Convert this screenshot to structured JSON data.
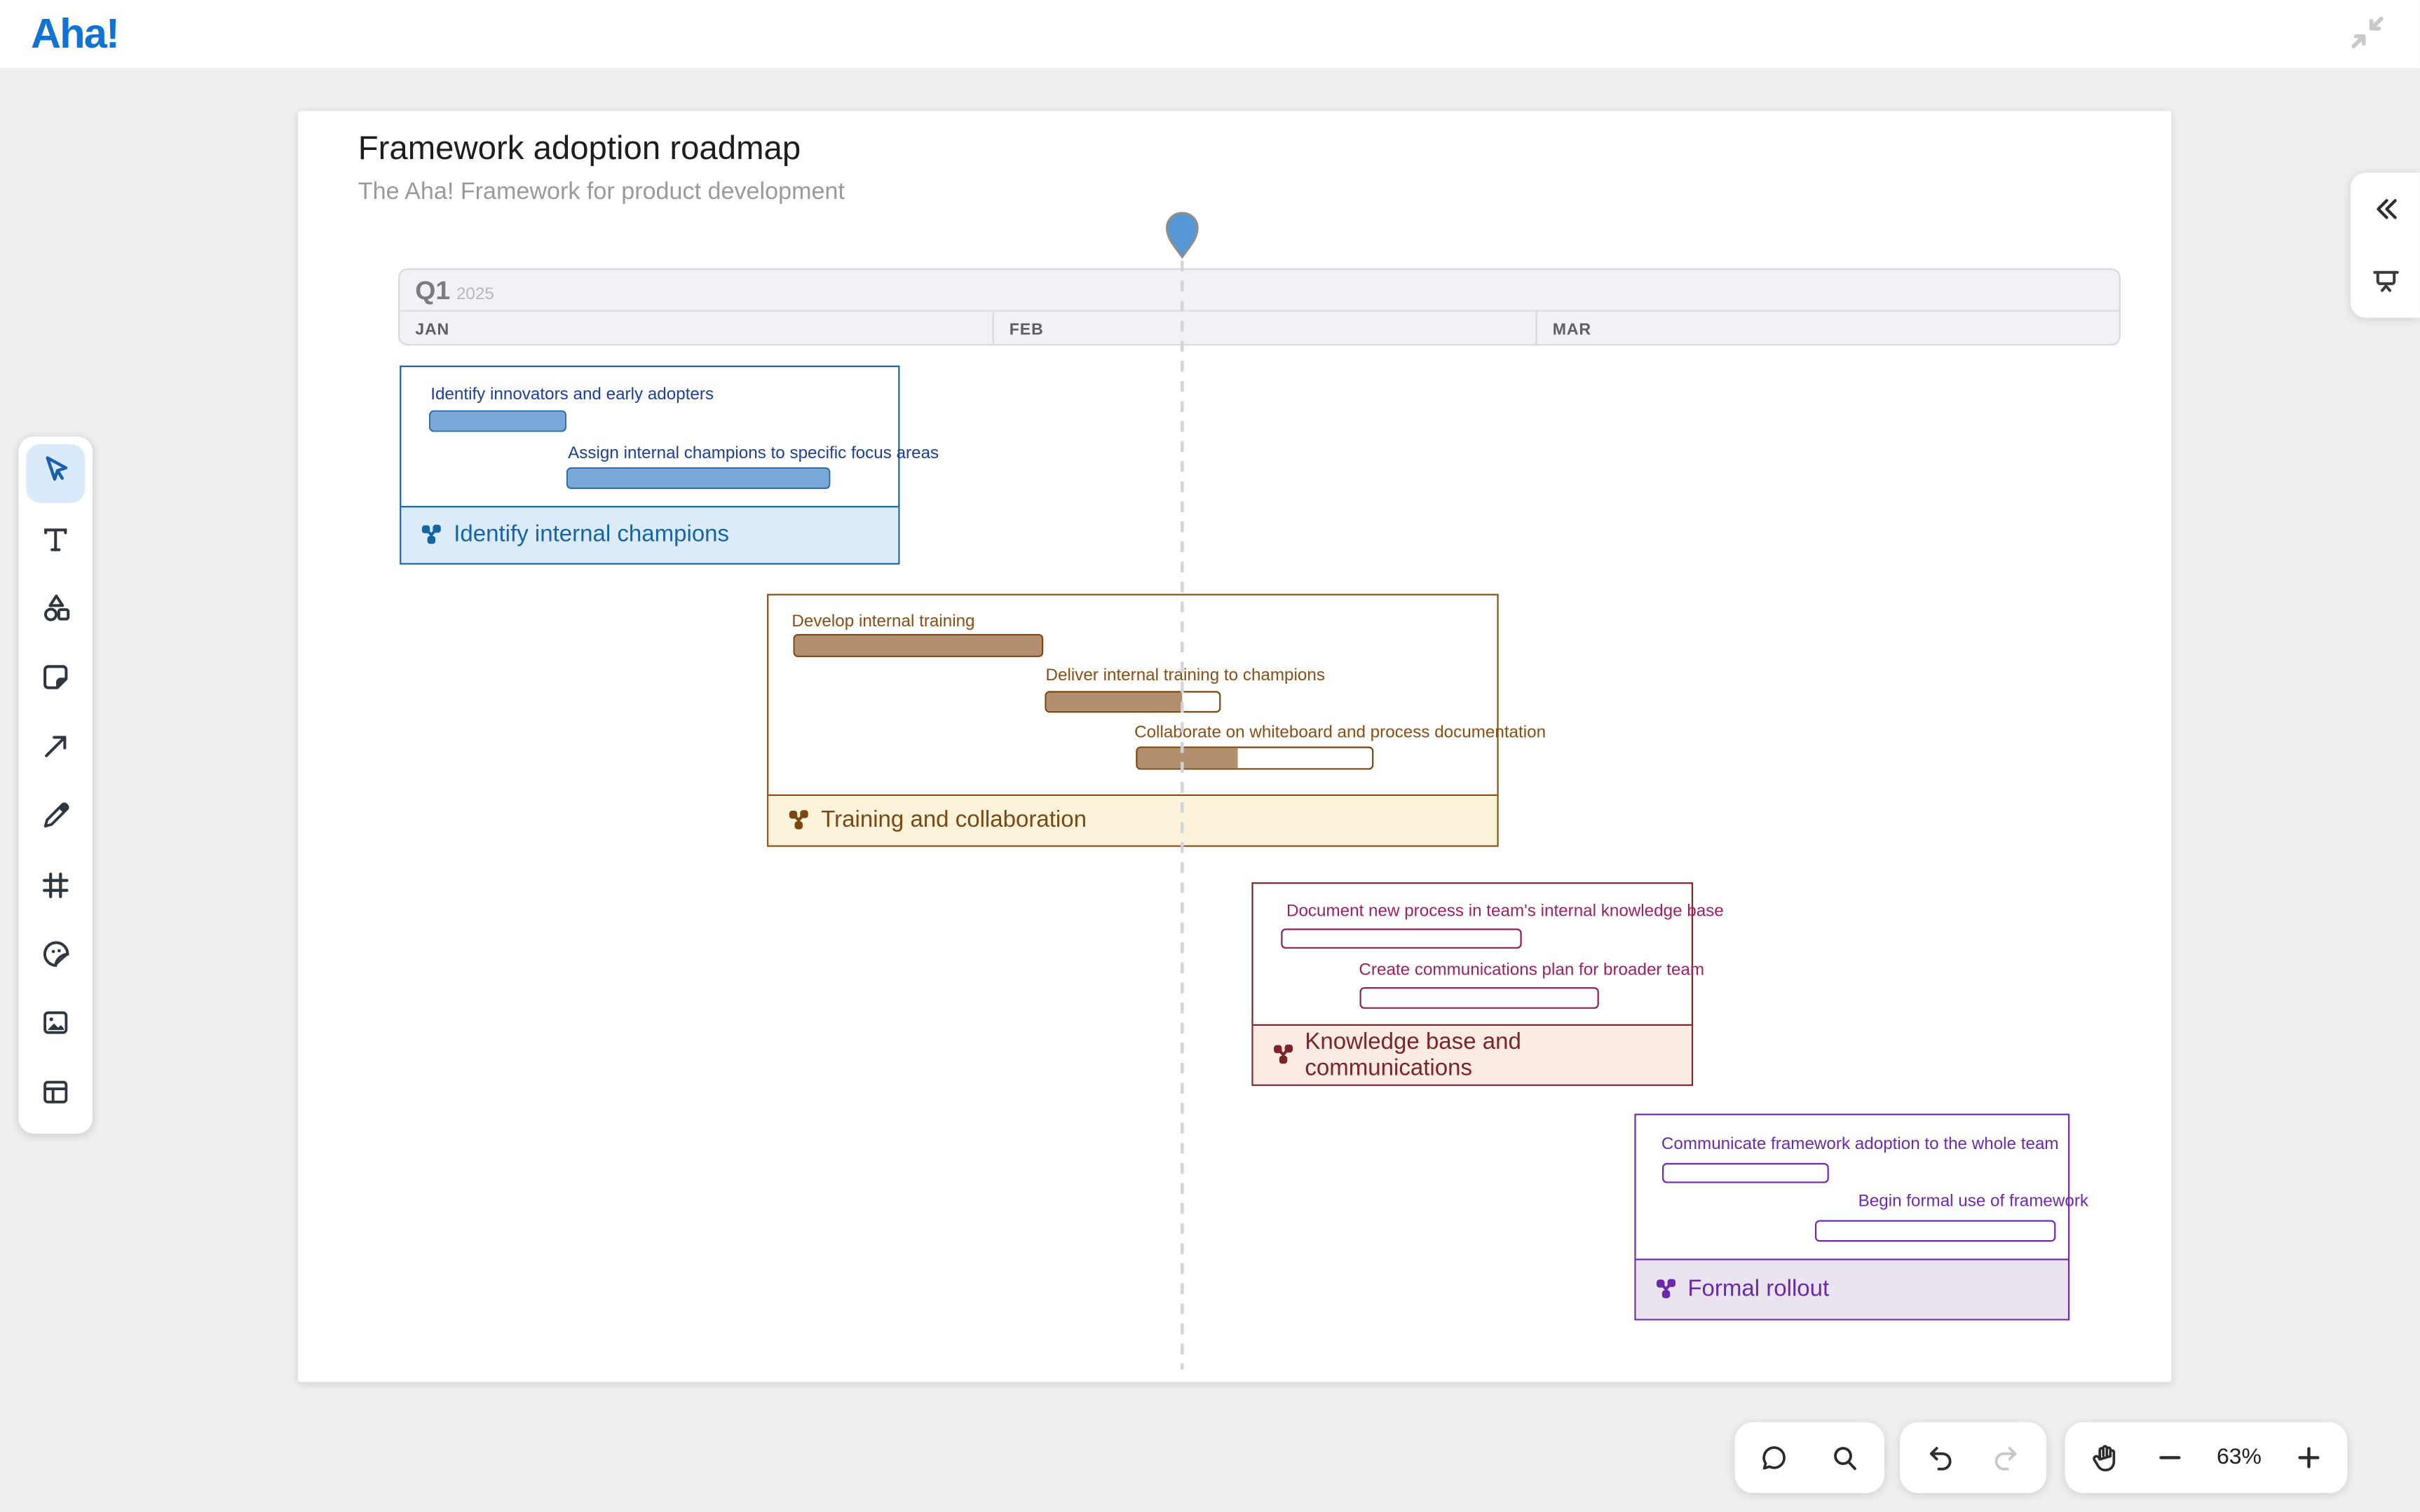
{
  "topbar": {
    "logo": "Aha!",
    "collapse_icon": "exit-fullscreen-icon"
  },
  "board": {
    "title": "Framework adoption roadmap",
    "subtitle": "The Aha! Framework for product development",
    "today_marker": "blue-map-pin"
  },
  "timeline": {
    "quarter_label": "Q1",
    "year_label": "2025",
    "months": [
      "JAN",
      "FEB",
      "MAR"
    ]
  },
  "groups": [
    {
      "name": "Identify internal champions",
      "accent": "#1565a5",
      "tasks": [
        {
          "label": "Identify innovators and early adopters",
          "progress_pct": 100
        },
        {
          "label": "Assign internal champions to specific focus areas",
          "progress_pct": 100
        }
      ]
    },
    {
      "name": "Training and collaboration",
      "accent": "#8a4e12",
      "tasks": [
        {
          "label": "Develop internal training",
          "progress_pct": 100
        },
        {
          "label": "Deliver internal training to champions",
          "progress_pct": 79
        },
        {
          "label": "Collaborate on whiteboard and process documentation",
          "progress_pct": 43
        }
      ]
    },
    {
      "name": "Knowledge base and communications",
      "accent": "#7c2428",
      "tasks": [
        {
          "label": "Document new process in team's internal knowledge base",
          "progress_pct": 0
        },
        {
          "label": "Create communications plan for broader team",
          "progress_pct": 0
        }
      ]
    },
    {
      "name": "Formal rollout",
      "accent": "#6d2ab0",
      "tasks": [
        {
          "label": "Communicate framework adoption to the whole team",
          "progress_pct": 0
        },
        {
          "label": "Begin formal use of framework",
          "progress_pct": 0
        }
      ]
    }
  ],
  "left_toolbar": {
    "active_tool": "select",
    "tools": [
      "select",
      "text",
      "shapes",
      "sticky-note",
      "connector",
      "pen",
      "frame",
      "sticker",
      "image",
      "template"
    ]
  },
  "bottom_toolbar": {
    "icons": [
      "comment",
      "search",
      "undo",
      "redo",
      "hand",
      "zoom-out",
      "zoom-in"
    ],
    "zoom_level": "63%",
    "redo_disabled": true
  },
  "right_panel": {
    "icons": [
      "collapse-panel",
      "present"
    ]
  }
}
